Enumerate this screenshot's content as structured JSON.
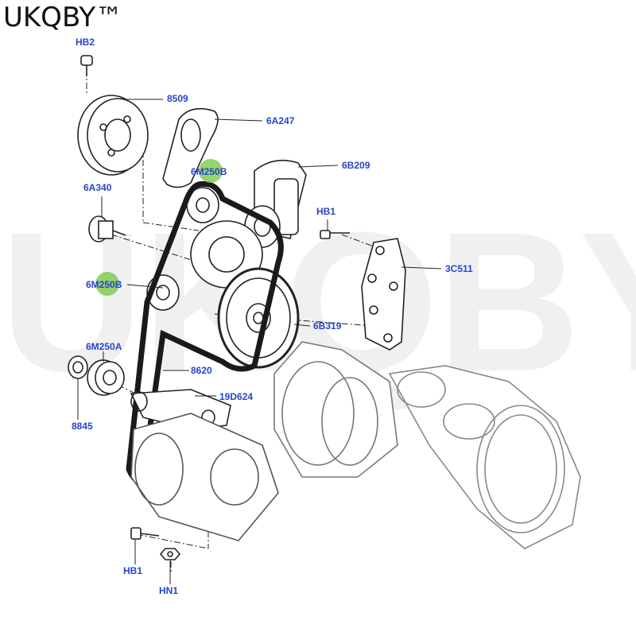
{
  "brand": {
    "text": "UKQBY™",
    "watermark": "UKQBY™"
  },
  "colors": {
    "callout": "#2a44c8",
    "marker": "#7cc94a",
    "line": "#222222",
    "belt": "#1a1a1a"
  },
  "callouts": [
    {
      "id": "hb2",
      "text": "HB2"
    },
    {
      "id": "8509",
      "text": "8509"
    },
    {
      "id": "6a247",
      "text": "6A247"
    },
    {
      "id": "6m250b-top",
      "text": "6M250B"
    },
    {
      "id": "6b209",
      "text": "6B209"
    },
    {
      "id": "6a340",
      "text": "6A340"
    },
    {
      "id": "hb1-right",
      "text": "HB1"
    },
    {
      "id": "3c511",
      "text": "3C511"
    },
    {
      "id": "6m250b-left",
      "text": "6M250B"
    },
    {
      "id": "6b319",
      "text": "6B319"
    },
    {
      "id": "6m250a",
      "text": "6M250A"
    },
    {
      "id": "8620",
      "text": "8620"
    },
    {
      "id": "19d624",
      "text": "19D624"
    },
    {
      "id": "8845",
      "text": "8845"
    },
    {
      "id": "hb1-bottom",
      "text": "HB1"
    },
    {
      "id": "hn1",
      "text": "HN1"
    }
  ]
}
